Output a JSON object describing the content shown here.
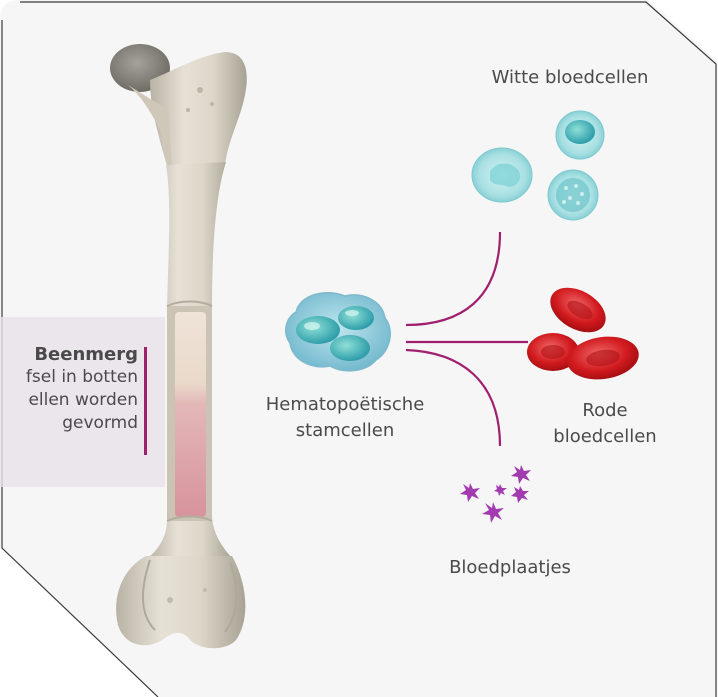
{
  "labels": {
    "white_cells": "Witte bloedcellen",
    "stem_cells_line1": "Hematopoëtische",
    "stem_cells_line2": "stamcellen",
    "red_cells_line1": "Rode",
    "red_cells_line2": "bloedcellen",
    "platelets": "Bloedplaatjes"
  },
  "marrow_callout": {
    "title": "Beenmerg",
    "line1": "fsel in botten",
    "line2": "ellen worden",
    "line3": "gevormd"
  },
  "colors": {
    "connector": "#a0206e",
    "white_cell": "#7fd3d7",
    "red_cell": "#d11a1e",
    "platelet": "#a23bb0",
    "stem_cell": "#5bb8c4",
    "bone": "#d9d3c4",
    "marrow_red": "#d98f97",
    "panel_bg": "#f6f6f7"
  }
}
